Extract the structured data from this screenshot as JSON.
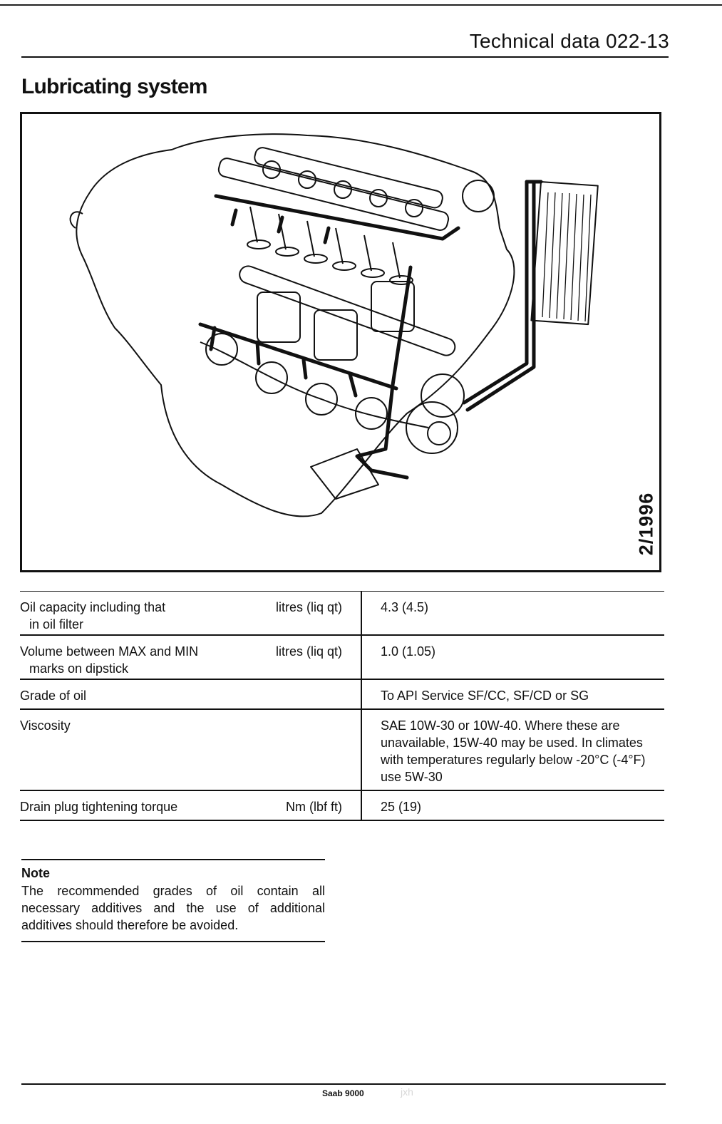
{
  "header": {
    "title": "Technical data  022-13"
  },
  "section": {
    "title": "Lubricating system"
  },
  "figure": {
    "date_code": "2/1996",
    "line_color": "#111111"
  },
  "specs": {
    "rows": [
      {
        "label": "Oil capacity including that",
        "label_cont": "in oil filter",
        "unit": "litres (liq qt)",
        "value": "4.3 (4.5)"
      },
      {
        "label": "Volume between MAX and MIN",
        "label_cont": "marks on dipstick",
        "unit": "litres (liq qt)",
        "value": "1.0 (1.05)"
      },
      {
        "label": "Grade of oil",
        "label_cont": "",
        "unit": "",
        "value": "To API Service SF/CC, SF/CD or SG"
      },
      {
        "label": "Viscosity",
        "label_cont": "",
        "unit": "",
        "value": "SAE 10W-30 or 10W-40. Where these are unavailable, 15W-40 may be used. In climates with temperatures regularly below -20°C (-4°F) use 5W-30"
      },
      {
        "label": "Drain plug tightening torque",
        "label_cont": "",
        "unit": "Nm (lbf ft)",
        "value": "25 (19)"
      }
    ]
  },
  "note": {
    "heading": "Note",
    "body": "The recommended grades of oil contain all necessary additives and the use of additional additives should therefore be avoided."
  },
  "footer": {
    "model": "Saab 9000",
    "faint_mark": "jxh"
  }
}
